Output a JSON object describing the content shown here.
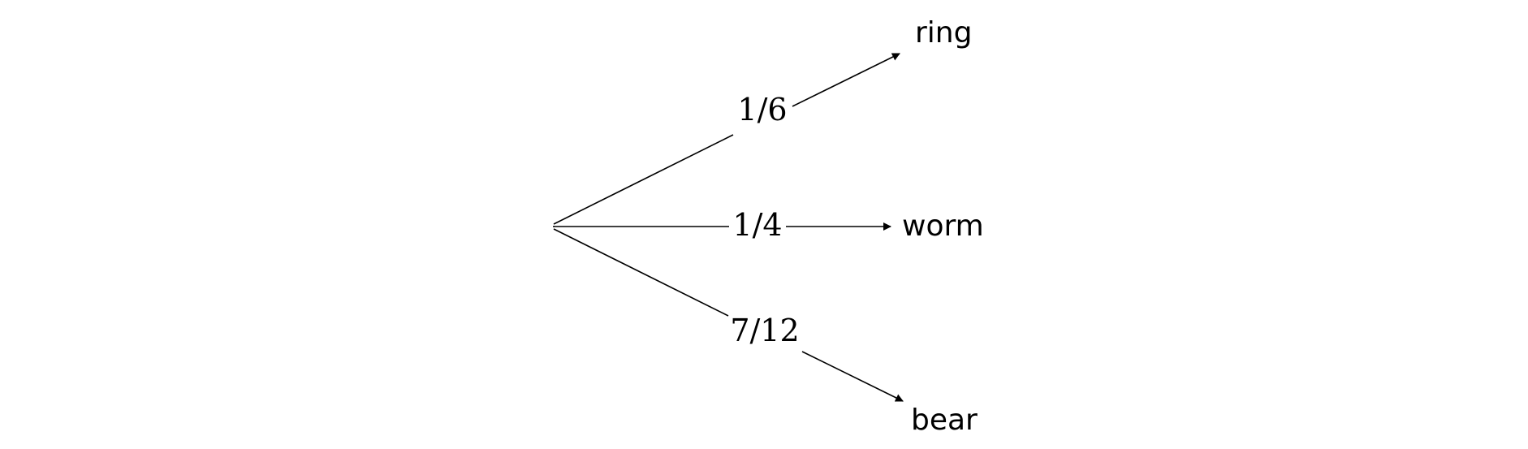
{
  "tree": {
    "branches": [
      {
        "probability": "1/6",
        "outcome": "ring"
      },
      {
        "probability": "1/4",
        "outcome": "worm"
      },
      {
        "probability": "7/12",
        "outcome": "bear"
      }
    ]
  }
}
